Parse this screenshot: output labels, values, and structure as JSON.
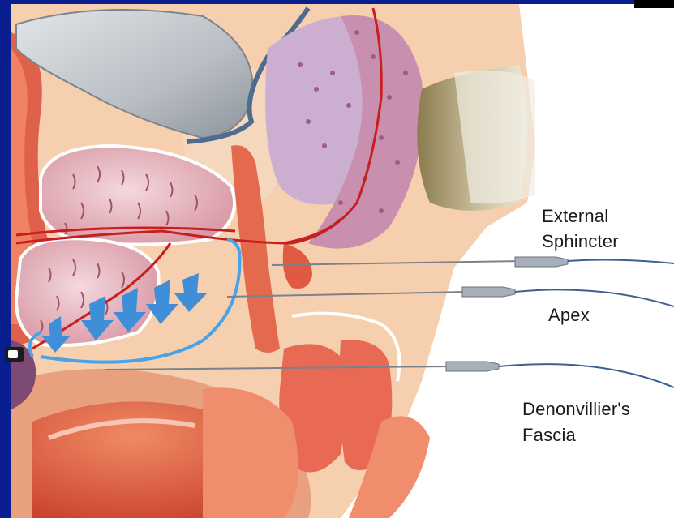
{
  "labels": {
    "external_sphincter_line1": "External",
    "external_sphincter_line2": "Sphincter",
    "apex": "Apex",
    "fascia_line1": "Denonvillier's",
    "fascia_line2": "Fascia"
  },
  "colors": {
    "frame": "#0a1f8f",
    "background": "#ffffff",
    "tissue": "#f3c7a6",
    "muscle": "#d9574a",
    "vessel": "#c81e1e",
    "nerve_highlight": "#4a9fe0",
    "probe": "#9aa3ad"
  }
}
